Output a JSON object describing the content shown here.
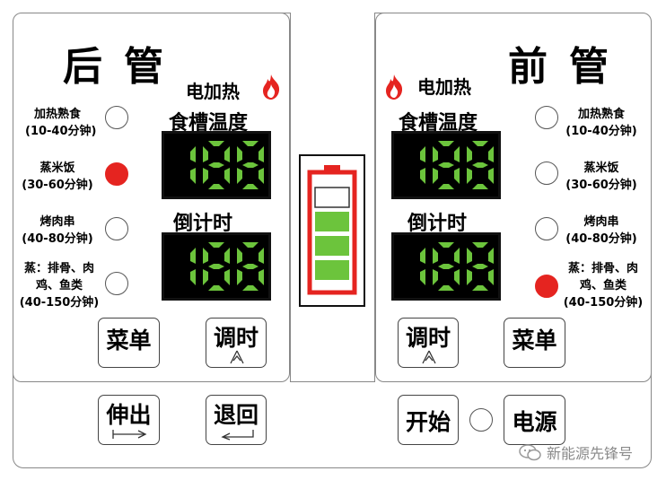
{
  "rear": {
    "title": "后管",
    "heater_label": "电加热",
    "temp_label": "食槽温度",
    "timer_label": "倒计时",
    "temp_display": "188",
    "timer_display": "188",
    "options": [
      {
        "line1": "加热熟食",
        "line2": "(10-40分钟)",
        "active": false
      },
      {
        "line1": "蒸米饭",
        "line2": "(30-60分钟)",
        "active": true
      },
      {
        "line1": "烤肉串",
        "line2": "(40-80分钟)",
        "active": false
      },
      {
        "line1": "蒸：排骨、肉",
        "line2": "鸡、鱼类",
        "line3": "(40-150分钟)",
        "active": false
      }
    ],
    "menu_button": "菜单",
    "adjust_button": "调时"
  },
  "front": {
    "title": "前管",
    "heater_label": "电加热",
    "temp_label": "食槽温度",
    "timer_label": "倒计时",
    "temp_display": "188",
    "timer_display": "188",
    "options": [
      {
        "line1": "加热熟食",
        "line2": "(10-40分钟)",
        "active": false
      },
      {
        "line1": "蒸米饭",
        "line2": "(30-60分钟)",
        "active": false
      },
      {
        "line1": "烤肉串",
        "line2": "(40-80分钟)",
        "active": false
      },
      {
        "line1": "蒸：排骨、肉",
        "line2": "鸡、鱼类",
        "line3": "(40-150分钟)",
        "active": true
      }
    ],
    "menu_button": "菜单",
    "adjust_button": "调时"
  },
  "battery": {
    "filled_bars": 3,
    "total_bars": 4
  },
  "bottom": {
    "extend_button": "伸出",
    "retract_button": "退回",
    "start_button": "开始",
    "power_button": "电源"
  },
  "watermark": "新能源先锋号",
  "colors": {
    "active_led": "#e52420",
    "segment_green": "#6cc43c",
    "battery_red": "#e52420",
    "battery_green": "#6cc43c"
  }
}
